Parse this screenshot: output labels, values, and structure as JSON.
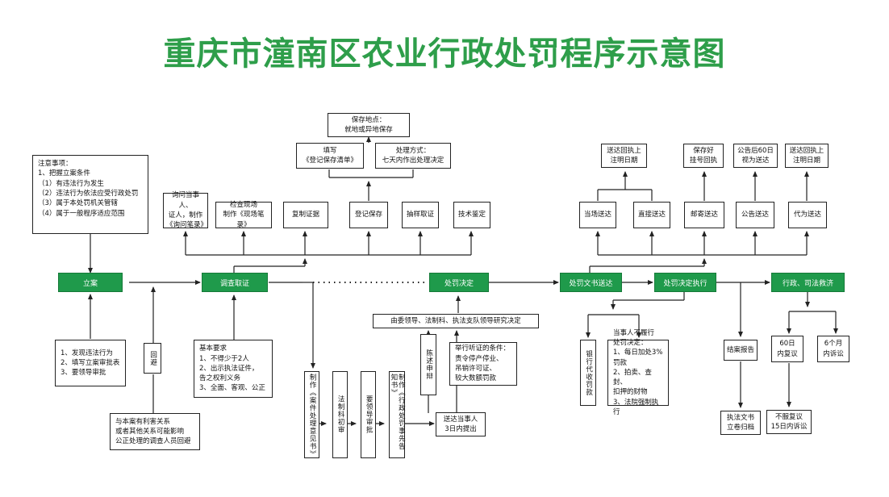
{
  "title": "重庆市潼南区农业行政处罚程序示意图",
  "colors": {
    "accent": "#1f9a4b",
    "title": "#2e9e4a"
  },
  "main": {
    "lian": "立案",
    "diaocha": "调查取证",
    "chufa": "处罚决定",
    "songda": "处罚文书送达",
    "zhixing": "处罚决定执行",
    "jiuji": "行政、司法救济"
  },
  "notes": {
    "zhuyi": "注意事项：\n1、把握立案条件\n（1）有违法行为发生\n（2）违法行为依法应受行政处罚\n（3）属于本处罚机关管辖\n（4）属于一般程序适应范围",
    "lian_steps": "1、发现违法行为\n2、填写立案审批表\n3、要领导审批",
    "huibi": "回避",
    "huibi_note": "与本案有利害关系\n或者其他关系可能影响\n公正处理的调查人员回避",
    "jiben": "基本要求\n1、不得少于2人\n2、出示执法证件，\n    告之权利义务\n3、全面、客观、公正"
  },
  "investigate": {
    "xunwen": "询问当事人、\n证人，制作\n《询问笔录》",
    "jiancha": "检查现场\n制作《现场笔录》",
    "fuzhi": "复制证据",
    "dengji": "登记保存",
    "chouyang": "抽样取证",
    "jishu": "技术鉴定",
    "tianxie": "填写\n《登记保存清单》",
    "baocun_didian": "保存地点：\n就地或异地保存",
    "chuli": "处理方式：\n七天内作出处理决定"
  },
  "process": {
    "yijian": "制作《案件处理意见书》",
    "fazhike": "法制科初审",
    "yaolingdao": "要领导审批",
    "gaozhi": "制作《行政处罚事先告知书》",
    "songda3": "送达当事人\n3日内提出",
    "chenshu": "陈述申辩",
    "tingzheng": "举行听证的条件：\n责令停产停业、\n吊销许可证、\n较大数额罚款",
    "yanjiu": "由委领导、法制科、执法支队领导研究决定"
  },
  "delivery": {
    "dangchang": "当场送达",
    "zhijie": "直接送达",
    "youji": "邮寄送达",
    "gonggao": "公告送达",
    "daiwei": "代为送达",
    "huizhi1": "送达回执上\n注明日期",
    "guahao": "保存好\n挂号回执",
    "gonggao60": "公告后60日\n视为送达",
    "huizhi2": "送达回执上\n注明日期"
  },
  "execution": {
    "yinhang": "银行代收罚款",
    "buluxing": "当事人不履行\n处罚决定：\n1、每日加处3%罚款\n2、拍卖、查封、\n    扣押的财物\n3、法院强制执行",
    "jiean": "结案报告",
    "guidang": "执法文书\n立卷归档",
    "fuyi60": "60日\n内复议",
    "susong6": "6个月\n内诉讼",
    "bufu": "不服复议\n15日内诉讼"
  }
}
